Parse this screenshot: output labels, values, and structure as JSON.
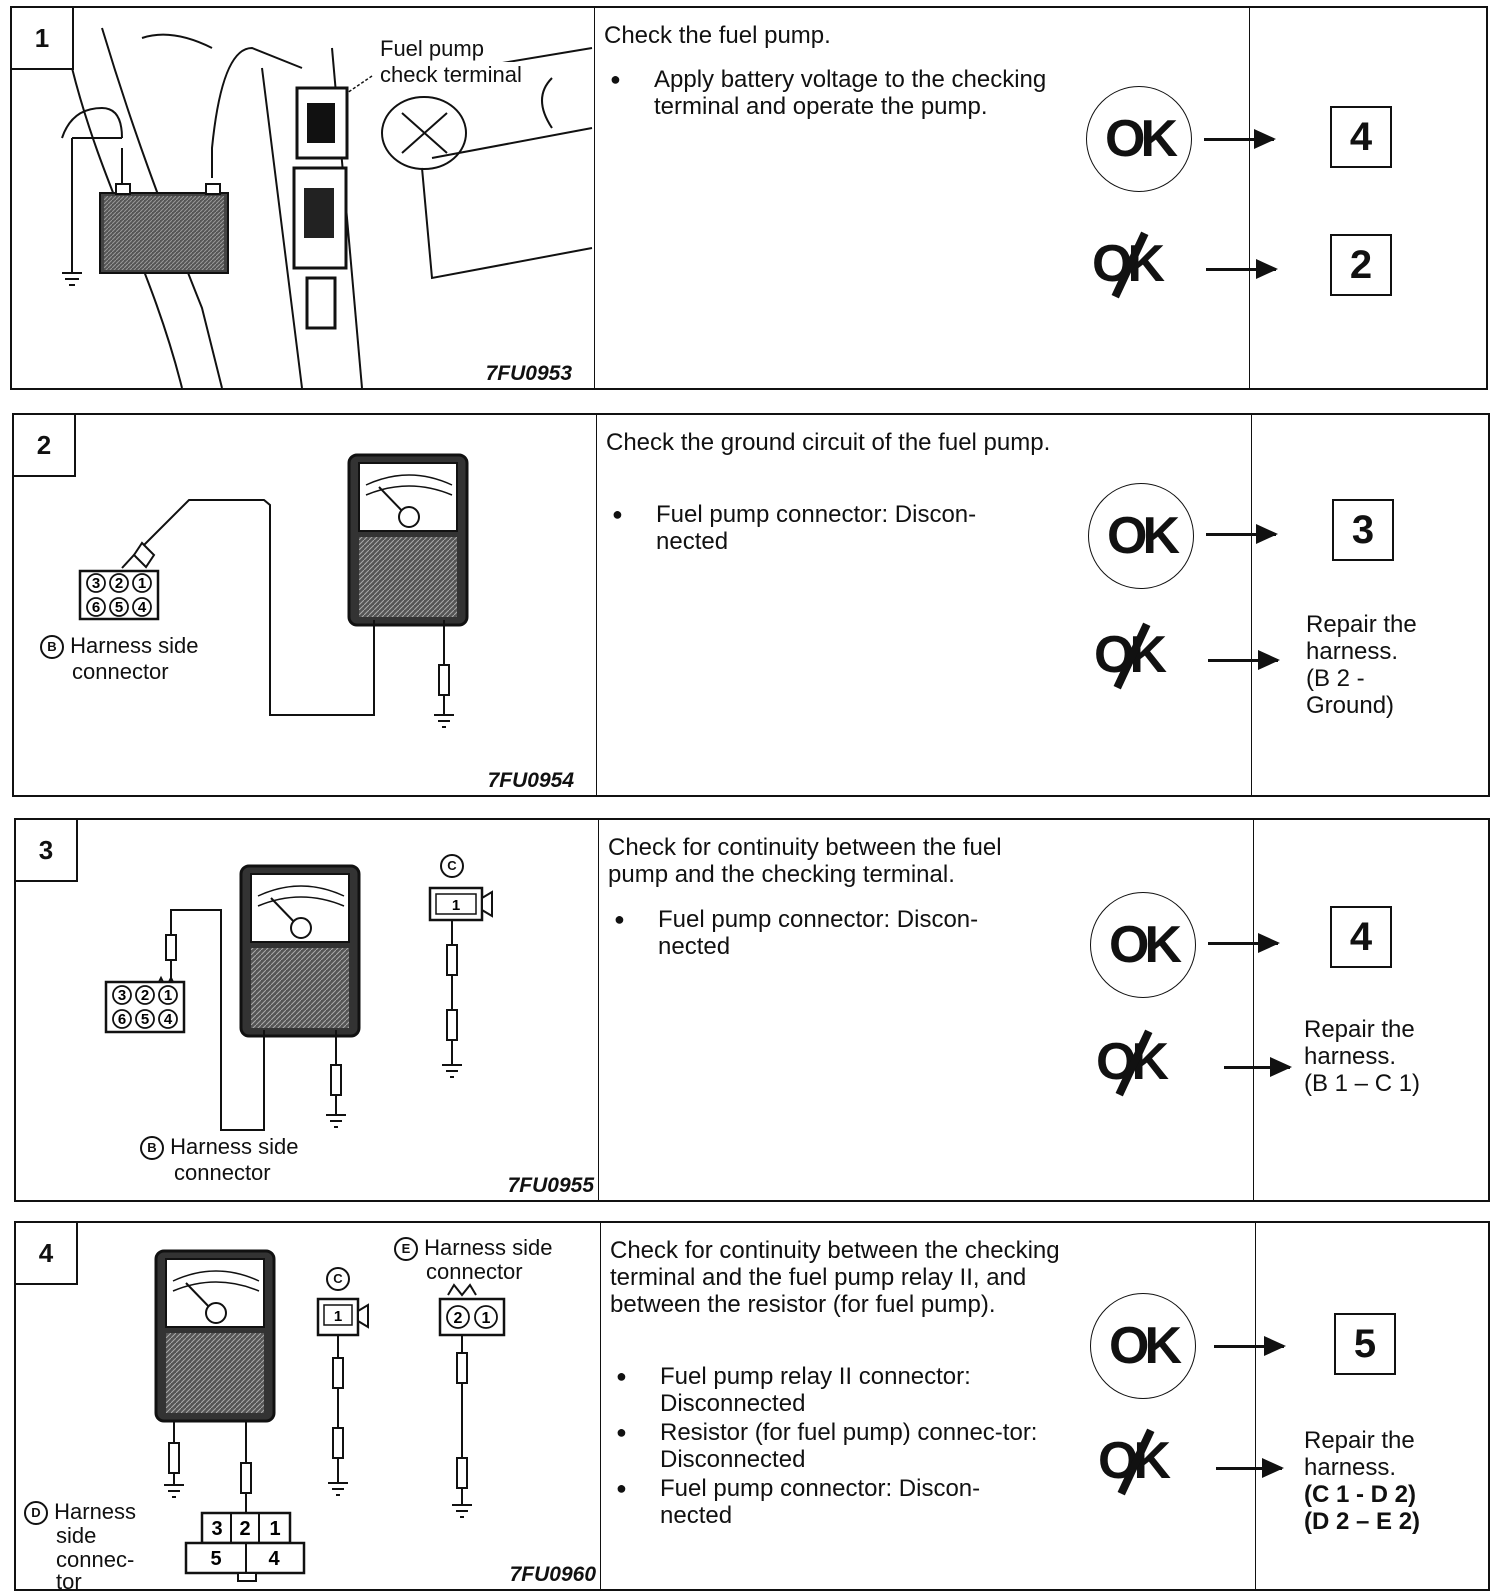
{
  "steps": [
    {
      "number": "1",
      "fig_code": "7FU0953",
      "title": "Check the fuel pump.",
      "bullets": [
        "Apply battery voltage to the checking terminal and operate the pump."
      ],
      "labels": [
        "Fuel pump",
        "check terminal"
      ],
      "ok_text": "OK",
      "ng_text": "OK",
      "ok_goto": "4",
      "ng_goto": "2"
    },
    {
      "number": "2",
      "fig_code": "7FU0954",
      "title": "Check the ground circuit of the fuel pump.",
      "bullets": [
        "Fuel pump connector: Discon-nected"
      ],
      "connector_letter": "B",
      "labels": [
        "Harness side",
        "connector"
      ],
      "ok_text": "OK",
      "ng_text": "OK",
      "ok_goto": "3",
      "ng_repair": [
        "Repair the",
        "harness.",
        "(B 2 -",
        "Ground)"
      ]
    },
    {
      "number": "3",
      "fig_code": "7FU0955",
      "title": "Check for continuity between the fuel pump and the checking terminal.",
      "bullets": [
        "Fuel pump connector: Discon-nected"
      ],
      "connector_letter": "B",
      "c_letter": "C",
      "labels": [
        "Harness side",
        "connector"
      ],
      "ok_text": "OK",
      "ng_text": "OK",
      "ok_goto": "4",
      "ng_repair": [
        "Repair the",
        "harness.",
        "(B 1 – C 1)"
      ]
    },
    {
      "number": "4",
      "fig_code": "7FU0960",
      "title": "Check for continuity between the checking terminal and the fuel pump relay II, and between the resistor (for fuel pump).",
      "bullets": [
        "Fuel pump relay II connector: Disconnected",
        "Resistor (for fuel pump) connec-tor: Disconnected",
        "Fuel pump connector: Discon-nected"
      ],
      "d_letter": "D",
      "e_letter": "E",
      "c_letter": "C",
      "labels_e": [
        "Harness side",
        "connector"
      ],
      "labels_d": [
        "Harness",
        "side",
        "connec-",
        "tor"
      ],
      "ok_text": "OK",
      "ng_text": "OK",
      "ok_goto": "5",
      "ng_repair": [
        "Repair the",
        "harness.",
        "(C 1 - D 2)",
        "(D 2 – E 2)"
      ]
    }
  ],
  "pin_numbers": {
    "six_pin_top": [
      "3",
      "2",
      "1"
    ],
    "six_pin_bottom": [
      "6",
      "5",
      "4"
    ],
    "relay_top": [
      "3",
      "2",
      "1"
    ],
    "relay_bottom": [
      "5",
      "4"
    ],
    "two_pin": [
      "2",
      "1"
    ],
    "one_pin": "1"
  }
}
